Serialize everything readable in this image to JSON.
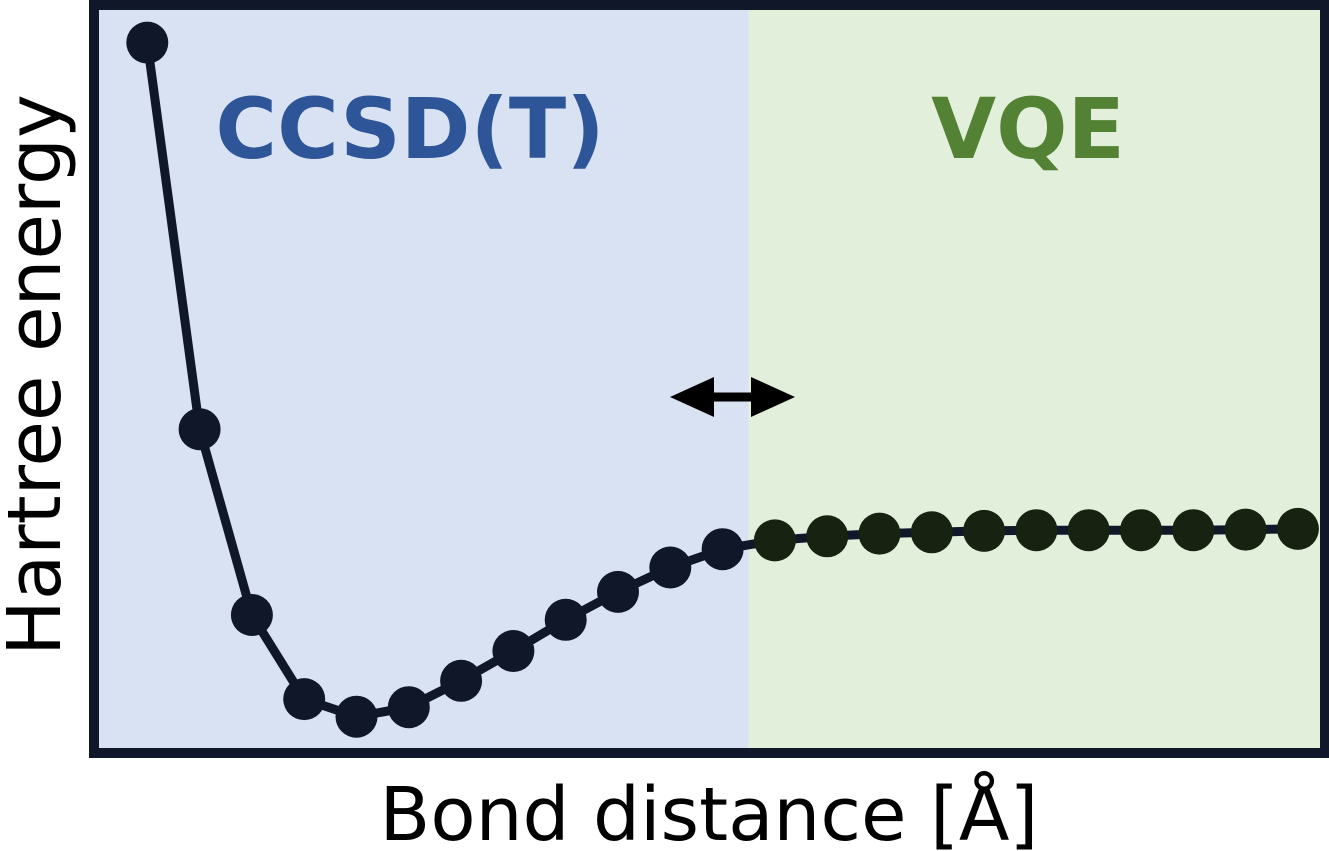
{
  "chart_data": {
    "type": "line",
    "title": "",
    "xlabel": "Bond distance [Å]",
    "ylabel": "Hartree energy",
    "regions": [
      {
        "label": "CCSD(T)",
        "color": "#2e5597",
        "fill": "#d9e2f3",
        "x_range": [
          0,
          12.5
        ]
      },
      {
        "label": "VQE",
        "color": "#548235",
        "fill": "#e2efda",
        "x_range": [
          12.5,
          23.5
        ]
      }
    ],
    "boundary_arrow": "double-headed horizontal arrow at the CCSD(T)/VQE boundary",
    "series": [
      {
        "method": "CCSD(T)",
        "color": "#0f1729",
        "x": [
          1,
          2,
          3,
          4,
          5,
          6,
          7,
          8,
          9,
          10,
          11,
          12
        ],
        "y": [
          100,
          43,
          15.6,
          3.2,
          0.6,
          2.0,
          5.9,
          10.3,
          14.9,
          19.0,
          22.6,
          25.3
        ]
      },
      {
        "method": "VQE",
        "color": "#172210",
        "x": [
          13,
          14,
          15,
          16,
          17,
          18,
          19,
          20,
          21,
          22,
          23
        ],
        "y": [
          26.6,
          27.2,
          27.6,
          27.8,
          28.0,
          28.1,
          28.1,
          28.1,
          28.1,
          28.2,
          28.3
        ]
      }
    ],
    "xlim": [
      0,
      23.5
    ],
    "ylim": [
      -4.6,
      105.4
    ],
    "ticks": "none",
    "grid": false,
    "legend": "none"
  }
}
